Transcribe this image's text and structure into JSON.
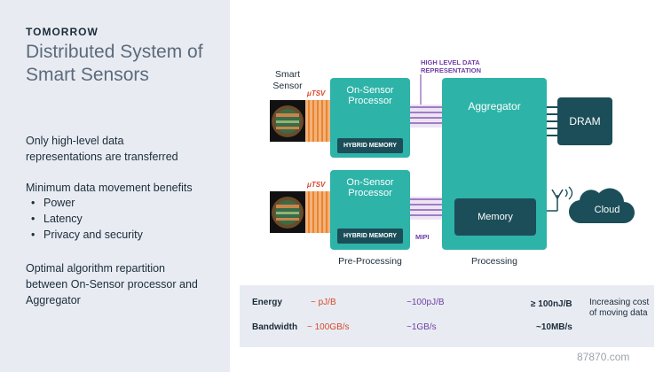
{
  "header": {
    "eyebrow": "TOMORROW",
    "title": "Distributed System of Smart Sensors"
  },
  "body": {
    "para1": "Only high-level data representations are transferred",
    "benefits_heading": "Minimum data movement benefits",
    "benefits": [
      "Power",
      "Latency",
      "Privacy and security"
    ],
    "para3": "Optimal algorithm repartition between On-Sensor processor and Aggregator"
  },
  "diagram": {
    "smart_sensor_label": "Smart Sensor",
    "tsv_label": "μTSV",
    "processor_title": "On-Sensor Processor",
    "hybrid_memory": "HYBRID MEMORY",
    "high_level_label": "HIGH LEVEL DATA REPRESENTATION",
    "mipi_label": "MIPI",
    "aggregator_title": "Aggregator",
    "memory_label": "Memory",
    "dram_label": "DRAM",
    "cloud_label": "Cloud",
    "preprocessing_label": "Pre-Processing",
    "processing_label": "Processing"
  },
  "metrics": {
    "energy": {
      "label": "Energy",
      "low": "~ pJ/B",
      "mid": "~100pJ/B",
      "high": "≥ 100nJ/B"
    },
    "bandwidth": {
      "label": "Bandwidth",
      "low": "~ 100GB/s",
      "mid": "~1GB/s",
      "high": "~10MB/s"
    },
    "note": "Increasing cost of moving data"
  },
  "watermark": "87870.com",
  "colors": {
    "teal": "#2db3a8",
    "dark_teal": "#1b4e59",
    "orange": "#e8842e",
    "purple": "#6f3fa3",
    "red": "#d9472b"
  }
}
